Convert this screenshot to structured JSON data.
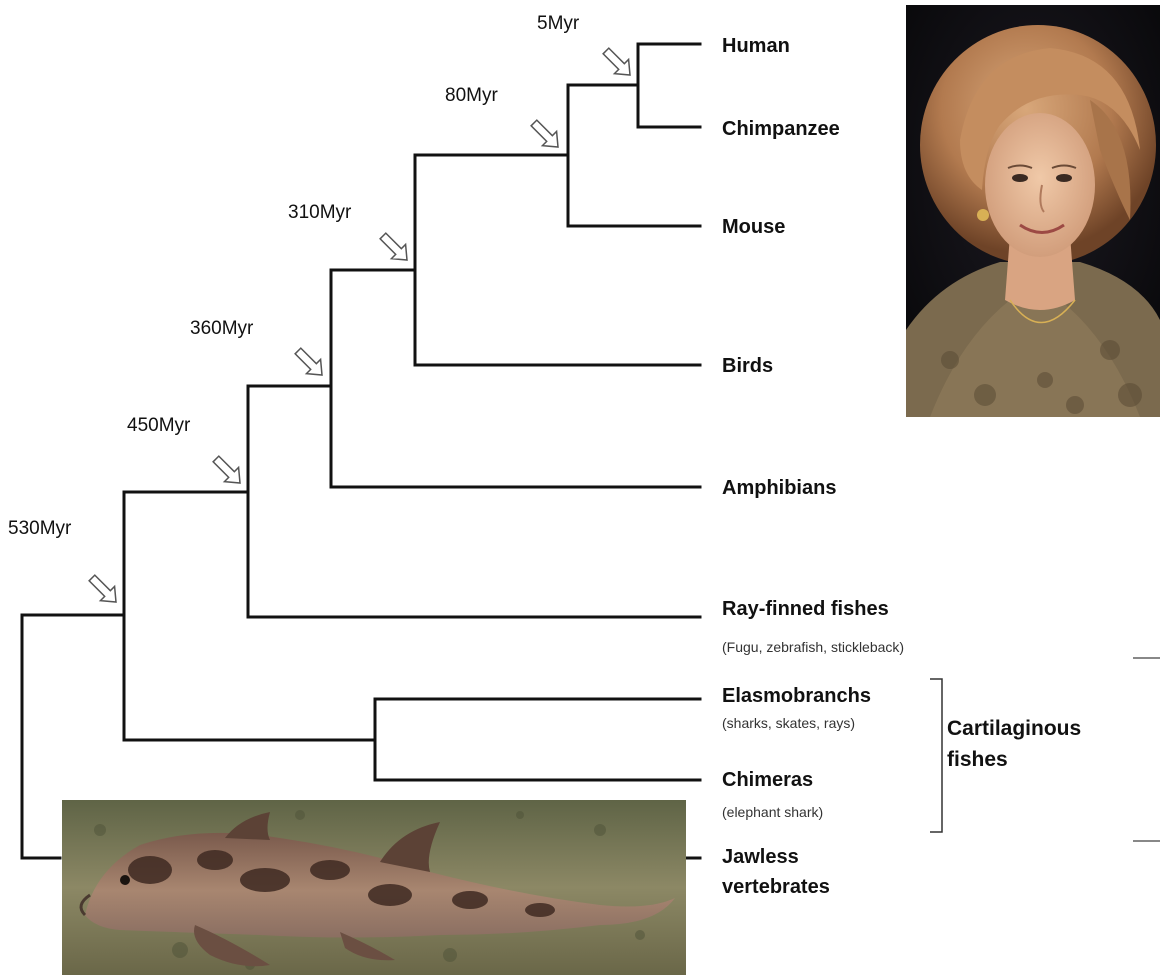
{
  "divergence_times": [
    "5Myr",
    "80Myr",
    "310Myr",
    "360Myr",
    "450Myr",
    "530Myr"
  ],
  "taxa": {
    "human": "Human",
    "chimpanzee": "Chimpanzee",
    "mouse": "Mouse",
    "birds": "Birds",
    "amphibians": "Amphibians",
    "ray_finned": "Ray-finned fishes",
    "ray_finned_note": "(Fugu, zebrafish, stickleback)",
    "elasmobranchs": "Elasmobranchs",
    "elasmobranchs_note": "(sharks, skates, rays)",
    "chimeras": "Chimeras",
    "chimeras_note": "(elephant shark)",
    "jawless_1": "Jawless",
    "jawless_2": "vertebrates"
  },
  "group": {
    "line1": "Cartilaginous",
    "line2": "fishes"
  },
  "images": {
    "portrait": "portrait photo of a woman",
    "shark": "photo of an elephant shark (chimera)"
  }
}
